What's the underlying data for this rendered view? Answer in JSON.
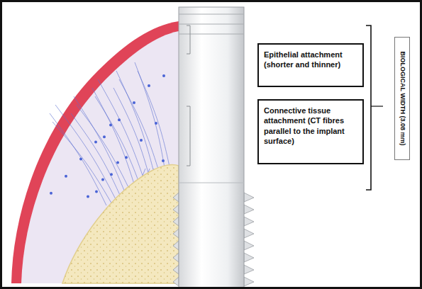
{
  "diagram": {
    "nodes": [
      {
        "text": [
          "Epithelial attachment (shorter and thinner)"
        ]
      },
      {
        "text": [
          "Connective tissue attachment (CT fibres parallel to the implant surface)"
        ]
      },
      {
        "text": [
          "BIOLOGICAL WIDTH (3.08 mm)"
        ]
      }
    ]
  }
}
